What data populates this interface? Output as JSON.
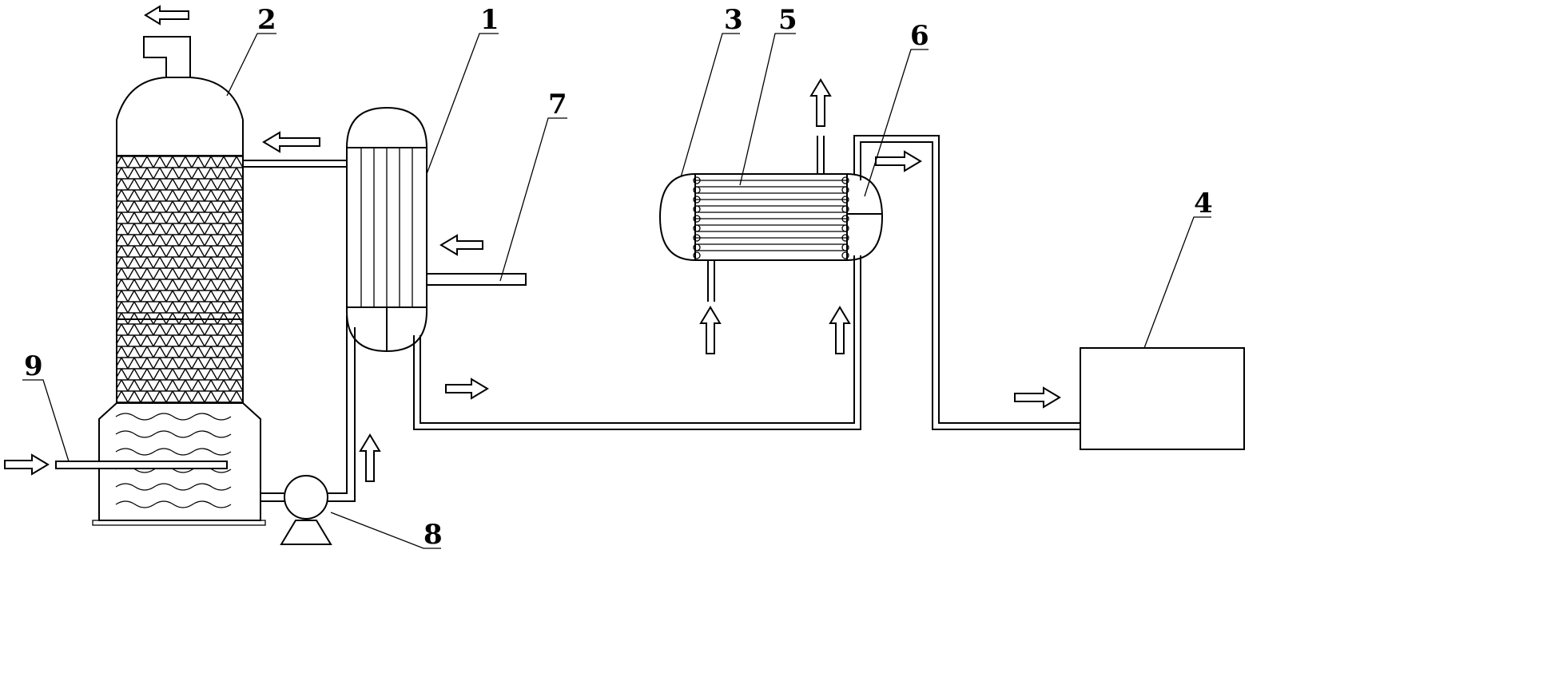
{
  "labels": {
    "heat_exchanger": "1",
    "absorption_tower": "2",
    "shell_tube_unit": "3",
    "receiver_box": "4",
    "tube_bundle": "5",
    "outlet_head": "6",
    "inlet_pipe": "7",
    "pump": "8",
    "feed_pipe": "9"
  }
}
